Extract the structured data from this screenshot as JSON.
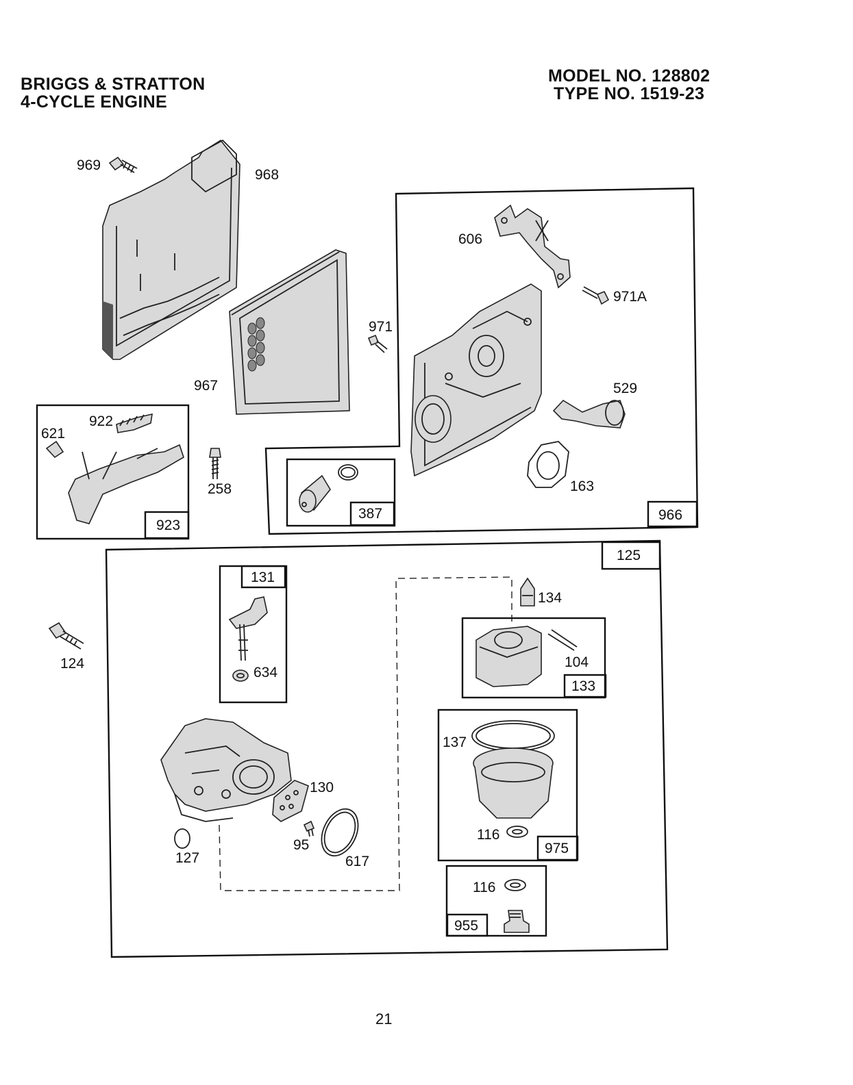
{
  "header": {
    "left_line1": "BRIGGS & STRATTON",
    "left_line2": "4-CYCLE ENGINE",
    "right_line1": "MODEL NO. 128802",
    "right_line2": "TYPE NO.  1519-23"
  },
  "parts": {
    "p969": "969",
    "p968": "968",
    "p967": "967",
    "p971": "971",
    "p606": "606",
    "p971A": "971A",
    "p529": "529",
    "p163": "163",
    "p621": "621",
    "p922": "922",
    "p258": "258",
    "p124": "124",
    "p634": "634",
    "p134": "134",
    "p104": "104",
    "p137": "137",
    "p130": "130",
    "p95": "95",
    "p617": "617",
    "p127": "127",
    "p116a": "116",
    "p116b": "116"
  },
  "boxes": {
    "b923": "923",
    "b387": "387",
    "b966": "966",
    "b125": "125",
    "b131": "131",
    "b133": "133",
    "b975": "975",
    "b955": "955"
  },
  "footer": {
    "page_number": "21"
  }
}
